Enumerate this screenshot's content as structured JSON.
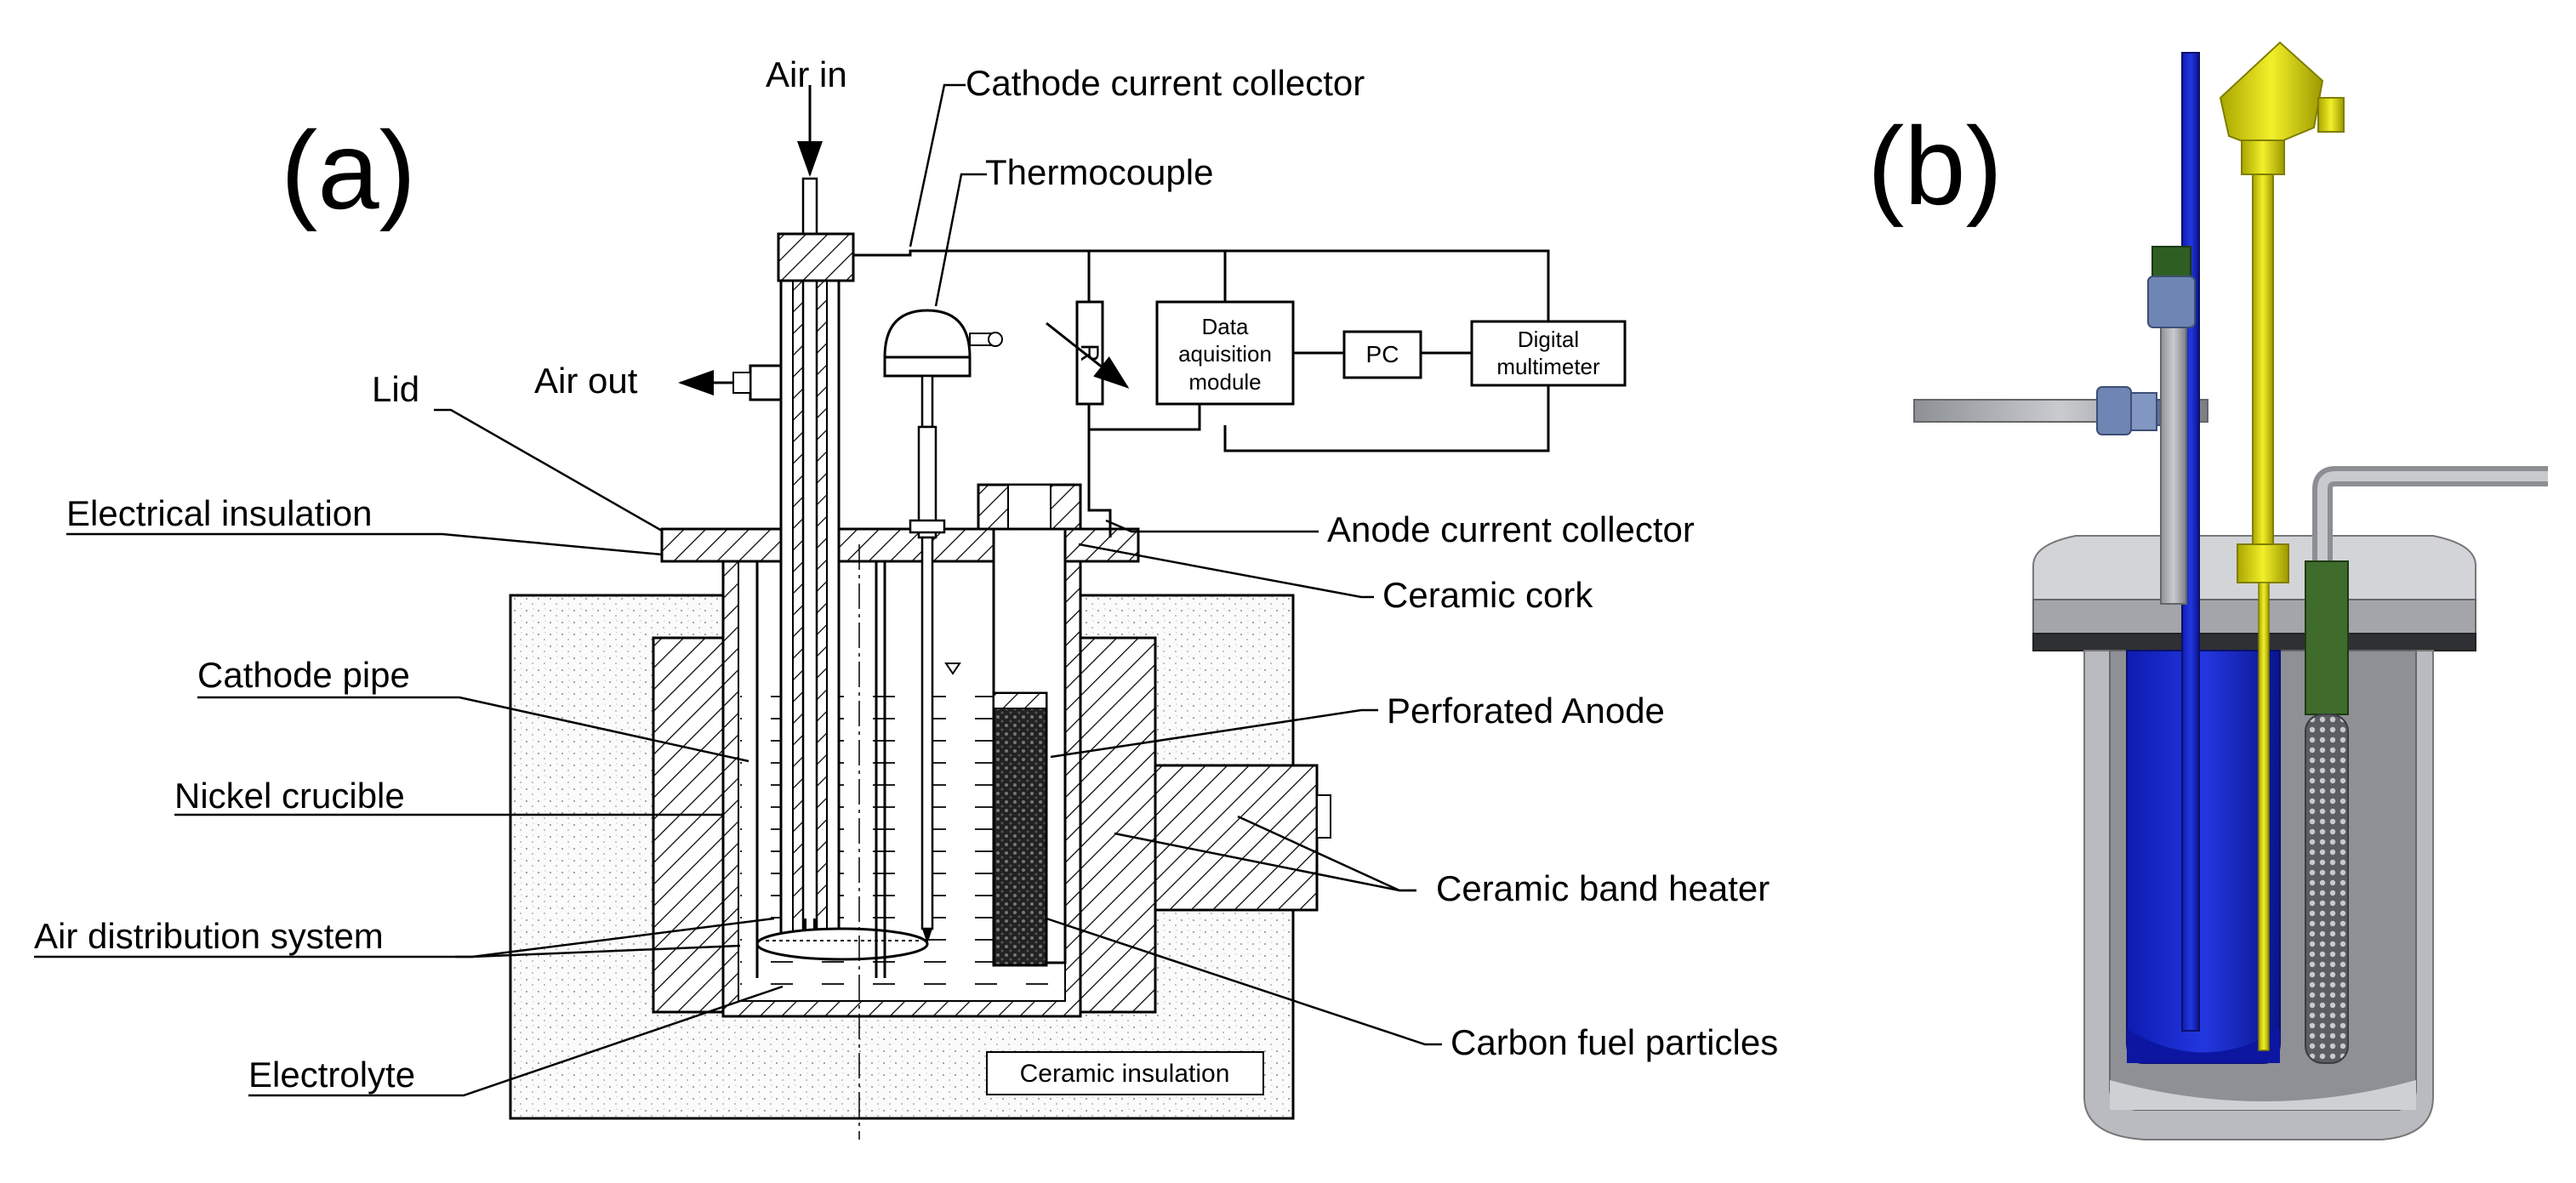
{
  "panels": {
    "a": {
      "tag": "(a)"
    },
    "b": {
      "tag": "(b)"
    }
  },
  "labels": {
    "air_in": "Air in",
    "cathode_current_collector": "Cathode current collector",
    "thermocouple": "Thermocouple",
    "lid": "Lid",
    "air_out": "Air out",
    "electrical_insulation": "Electrical insulation",
    "anode_current_collector": "Anode current collector",
    "ceramic_cork": "Ceramic cork",
    "cathode_pipe": "Cathode pipe",
    "perforated_anode": "Perforated Anode",
    "nickel_crucible": "Nickel crucible",
    "ceramic_band_heater": "Ceramic band heater",
    "air_distribution_system": "Air distribution system",
    "carbon_fuel_particles": "Carbon fuel particles",
    "electrolyte": "Electrolyte",
    "ceramic_insulation": "Ceramic insulation"
  },
  "circuit": {
    "resistor": "R",
    "daq_line1": "Data",
    "daq_line2": "aquisition",
    "daq_line3": "module",
    "pc": "PC",
    "dmm_line1": "Digital",
    "dmm_line2": "multimeter"
  },
  "colors": {
    "cathode_blue": "#1f2fd0",
    "thermocouple_yellow": "#e3e000",
    "steel_gray": "#a9abb0",
    "anode_green": "#3f6b2c"
  }
}
